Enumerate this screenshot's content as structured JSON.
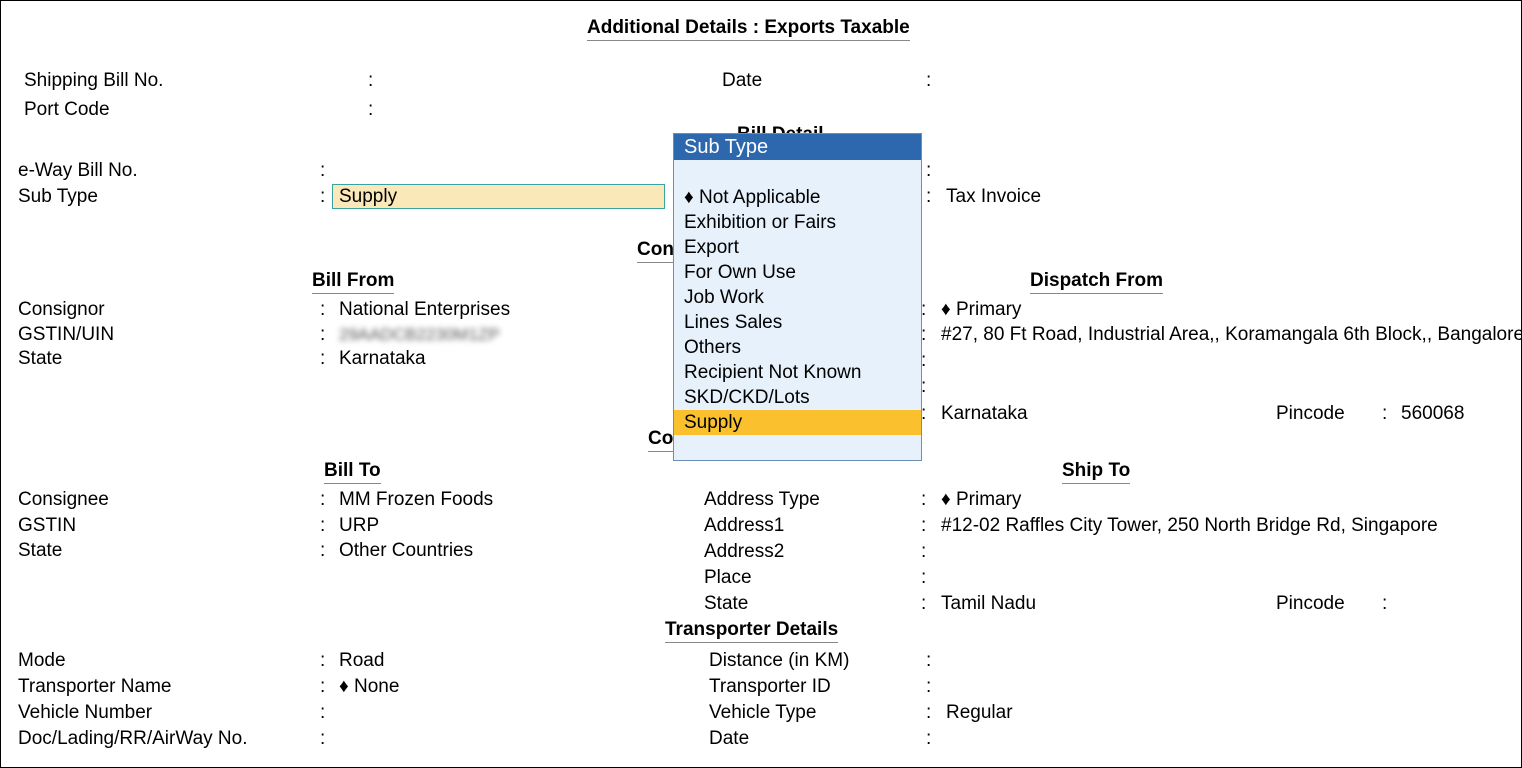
{
  "title": "Additional Details : Exports Taxable",
  "shipping": {
    "bill_no_label": "Shipping Bill No.",
    "port_code_label": "Port Code",
    "date_label": "Date"
  },
  "eway": {
    "bill_no_label": "e-Way Bill No.",
    "sub_type_label": "Sub Type",
    "sub_type_value": "Supply",
    "doc_type_value": "Tax Invoice",
    "bill_details_partial": "Bill Detail"
  },
  "consignor_section_partial": "Con",
  "consignee_section_partial": "Co",
  "bill_from": {
    "heading": "Bill From",
    "consignor_label": "Consignor",
    "consignor_value": "National Enterprises",
    "gstin_label": "GSTIN/UIN",
    "gstin_value": "29AADCB2230M1ZP",
    "state_label": "State",
    "state_value": "Karnataka"
  },
  "dispatch_from": {
    "heading": "Dispatch From",
    "address_type_value": "♦ Primary",
    "address1_value": "#27, 80 Ft Road, Industrial Area,, Koramangala 6th Block,, Bangalore",
    "state_value": "Karnataka",
    "pincode_label": "Pincode",
    "pincode_value": "560068"
  },
  "bill_to": {
    "heading": "Bill To",
    "consignee_label": "Consignee",
    "consignee_value": "MM Frozen Foods",
    "gstin_label": "GSTIN",
    "gstin_value": "URP",
    "state_label": "State",
    "state_value": "Other Countries"
  },
  "ship_to": {
    "heading": "Ship To",
    "address_type_label": "Address Type",
    "address_type_value": "♦ Primary",
    "address1_label": "Address1",
    "address1_value": "#12-02 Raffles City Tower, 250 North Bridge Rd, Singapore",
    "address2_label": "Address2",
    "place_label": "Place",
    "state_label": "State",
    "state_value": "Tamil Nadu",
    "pincode_label": "Pincode"
  },
  "transporter": {
    "heading": "Transporter Details",
    "mode_label": "Mode",
    "mode_value": "Road",
    "name_label": "Transporter Name",
    "name_value": "♦ None",
    "vehicle_number_label": "Vehicle Number",
    "doc_label": "Doc/Lading/RR/AirWay No.",
    "distance_label": "Distance (in KM)",
    "transporter_id_label": "Transporter ID",
    "vehicle_type_label": "Vehicle Type",
    "vehicle_type_value": "Regular",
    "date_label": "Date"
  },
  "popup": {
    "title": "Sub Type",
    "items": [
      "♦ Not Applicable",
      "Exhibition or Fairs",
      "Export",
      "For Own Use",
      "Job Work",
      "Lines Sales",
      "Others",
      "Recipient Not Known",
      "SKD/CKD/Lots",
      "Supply"
    ],
    "selected": "Supply"
  },
  "colon": ":",
  "colors": {
    "popup_title_bg": "#2d67ae",
    "popup_bg": "#e6f1fb",
    "selected_bg": "#fbc02d",
    "field_bg": "#fbe8b9"
  }
}
